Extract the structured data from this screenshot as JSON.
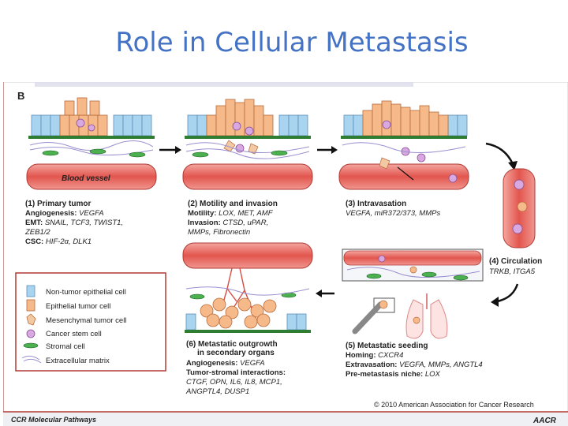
{
  "slide": {
    "title": "Role in Cellular Metastasis"
  },
  "figure": {
    "panel_label": "B",
    "vessel_label": "Blood vessel",
    "legend": [
      {
        "label": "Non-tumor epithelial cell",
        "icon": "non-tumor-epithelial-cell-icon",
        "color": "#a8d4f0"
      },
      {
        "label": "Epithelial tumor cell",
        "icon": "epithelial-tumor-cell-icon",
        "color": "#f6b98a"
      },
      {
        "label": "Mesenchymal tumor cell",
        "icon": "mesenchymal-tumor-cell-icon",
        "color": "#f3c9a3"
      },
      {
        "label": "Cancer stem cell",
        "icon": "cancer-stem-cell-icon",
        "color": "#d8a8e0"
      },
      {
        "label": "Stromal cell",
        "icon": "stromal-cell-icon",
        "color": "#4caf50"
      },
      {
        "label": "Extracellular matrix",
        "icon": "extracellular-matrix-icon",
        "color": "#9a8fd0"
      }
    ],
    "steps": {
      "s1": {
        "title": "(1) Primary tumor",
        "lines": [
          {
            "k": "Angiogenesis:",
            "v": "VEGFA"
          },
          {
            "k": "EMT:",
            "v": "SNAIL, TCF3, TWIST1,"
          },
          {
            "k": "",
            "v": "ZEB1/2"
          },
          {
            "k": "CSC:",
            "v": "HIF-2α, DLK1"
          }
        ]
      },
      "s2": {
        "title": "(2) Motility and invasion",
        "lines": [
          {
            "k": "Motility:",
            "v": "LOX, MET, AMF"
          },
          {
            "k": "Invasion:",
            "v": "CTSD, uPAR,"
          },
          {
            "k": "",
            "v": "MMPs, Fibronectin"
          }
        ]
      },
      "s3": {
        "title": "(3) Intravasation",
        "lines": [
          {
            "k": "",
            "v": "VEGFA, miR372/373, MMPs"
          }
        ]
      },
      "s4": {
        "title": "(4) Circulation",
        "lines": [
          {
            "k": "",
            "v": "TRKB, ITGA5"
          }
        ]
      },
      "s5": {
        "title": "(5) Metastatic seeding",
        "lines": [
          {
            "k": "Homing:",
            "v": "CXCR4"
          },
          {
            "k": "Extravasation:",
            "v": "VEGFA, MMPs, ANGTL4"
          },
          {
            "k": "Pre-metastasis niche:",
            "v": "LOX"
          }
        ]
      },
      "s6": {
        "title": "(6) Metastatic outgrowth",
        "title2": "in secondary organs",
        "lines": [
          {
            "k": "Angiogenesis:",
            "v": "VEGFA"
          },
          {
            "k": "Tumor-stromal interactions:",
            "v": ""
          },
          {
            "k": "",
            "v": "CTGF, OPN, IL6, IL8, MCP1,"
          },
          {
            "k": "",
            "v": "ANGPTL4, DUSP1"
          }
        ]
      }
    },
    "copyright": "© 2010 American Association for Cancer Research",
    "footer_left": "CCR Molecular Pathways",
    "footer_right": "AACR"
  }
}
